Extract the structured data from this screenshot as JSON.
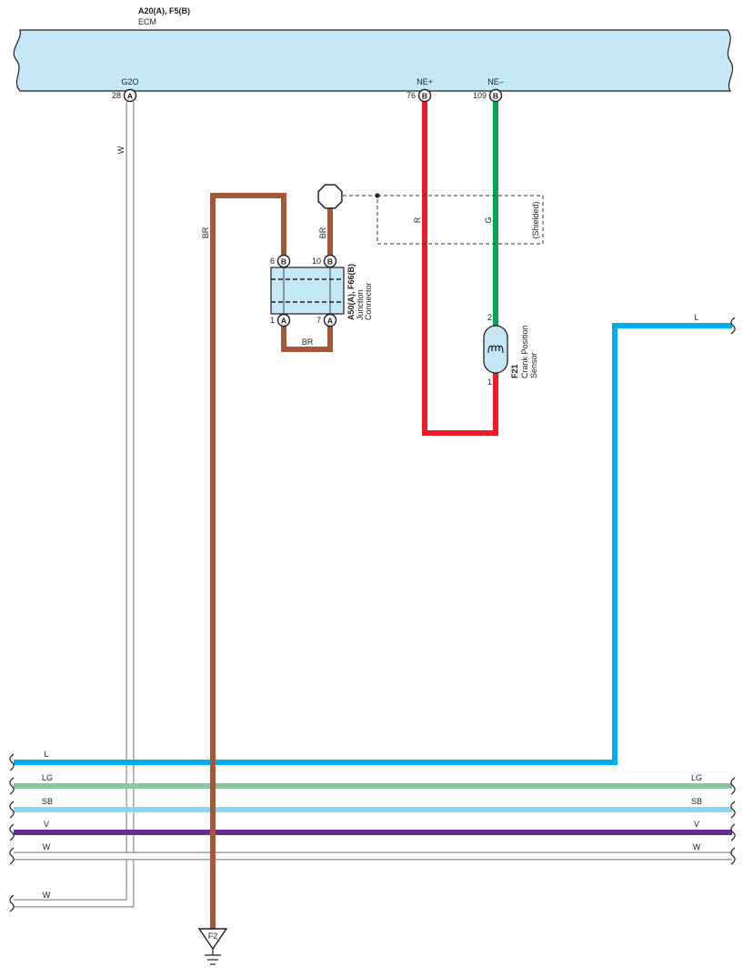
{
  "ecm": {
    "connector": "A20(A), F5(B)",
    "name": "ECM",
    "box_color": "#c5e8f7"
  },
  "ecm_pins": [
    {
      "signal": "G2O",
      "pin": "28",
      "conn": "A"
    },
    {
      "signal": "NE+",
      "pin": "76",
      "conn": "B"
    },
    {
      "signal": "NE–",
      "pin": "109",
      "conn": "B"
    }
  ],
  "wires": {
    "g2o": {
      "code": "W",
      "hex": "#8a8a8a"
    },
    "ne_plus": {
      "code": "R",
      "hex": "#ed1c24"
    },
    "ne_minus": {
      "code": "G",
      "hex": "#00a651"
    },
    "br_main": {
      "code": "BR",
      "hex": "#a45837"
    },
    "br_shield": {
      "code": "BR",
      "hex": "#a45837"
    },
    "br_loop": {
      "code": "BR",
      "hex": "#a45837"
    }
  },
  "shield": {
    "label": "(Shielded)"
  },
  "junction": {
    "connector": "A50(A), F66(B)",
    "name_line1": "Junction",
    "name_line2": "Connector",
    "pins": [
      {
        "pin": "6",
        "conn": "B"
      },
      {
        "pin": "10",
        "conn": "B"
      },
      {
        "pin": "1",
        "conn": "A"
      },
      {
        "pin": "7",
        "conn": "A"
      }
    ]
  },
  "sensor": {
    "connector": "F21",
    "name_line1": "Crank Position",
    "name_line2": "Sensor",
    "pin_top": "2",
    "pin_bottom": "1"
  },
  "ground": {
    "label": "F2"
  },
  "bus": [
    {
      "code": "L",
      "hex": "#00aeef"
    },
    {
      "code": "LG",
      "hex": "#86c8a0"
    },
    {
      "code": "SB",
      "hex": "#8dd4f2"
    },
    {
      "code": "V",
      "hex": "#6a2d8f"
    },
    {
      "code": "W",
      "hex": "#8a8a8a"
    },
    {
      "code": "W",
      "hex": "#8a8a8a"
    }
  ]
}
